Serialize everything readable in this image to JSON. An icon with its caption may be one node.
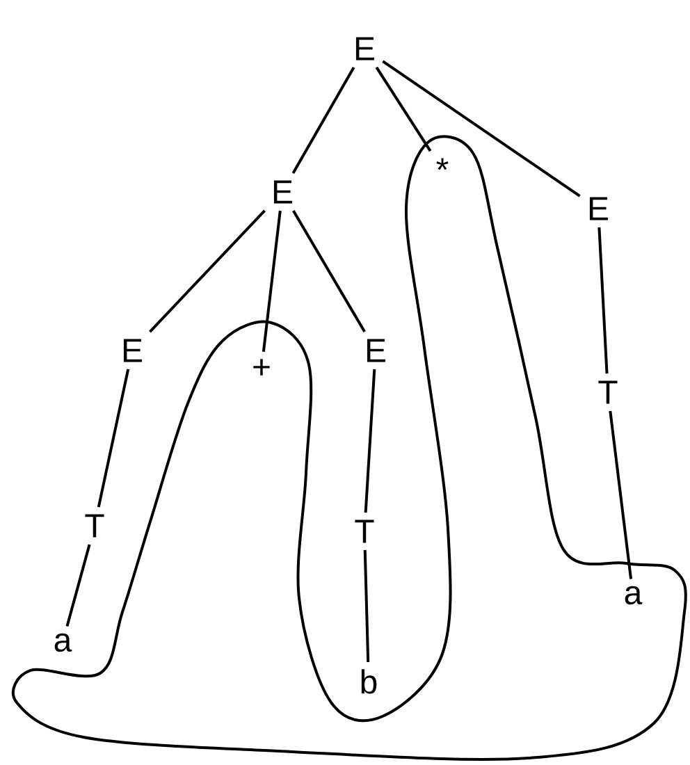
{
  "diagram": {
    "nodes": [
      {
        "text": [
          "E"
        ]
      },
      {
        "text": [
          "E"
        ]
      },
      {
        "text": [
          "*"
        ]
      },
      {
        "text": [
          "E"
        ]
      },
      {
        "text": [
          "E"
        ]
      },
      {
        "text": [
          "+"
        ]
      },
      {
        "text": [
          "E"
        ]
      },
      {
        "text": [
          "T"
        ]
      },
      {
        "text": [
          "T"
        ]
      },
      {
        "text": [
          "T"
        ]
      },
      {
        "text": [
          "a"
        ]
      },
      {
        "text": [
          "a"
        ]
      },
      {
        "text": [
          "b"
        ]
      }
    ],
    "edges": [
      {
        "from": 0,
        "to": 1,
        "arrow": "none"
      },
      {
        "from": 0,
        "to": 2,
        "arrow": "none"
      },
      {
        "from": 0,
        "to": 3,
        "arrow": "none"
      },
      {
        "from": 1,
        "to": 4,
        "arrow": "none"
      },
      {
        "from": 1,
        "to": 5,
        "arrow": "none"
      },
      {
        "from": 1,
        "to": 6,
        "arrow": "none"
      },
      {
        "from": 3,
        "to": 7,
        "arrow": "none"
      },
      {
        "from": 4,
        "to": 8,
        "arrow": "none"
      },
      {
        "from": 6,
        "to": 9,
        "arrow": "none"
      },
      {
        "from": 7,
        "to": 10,
        "arrow": "none"
      },
      {
        "from": 8,
        "to": 11,
        "arrow": "none"
      },
      {
        "from": 9,
        "to": 12,
        "arrow": "none"
      }
    ]
  }
}
